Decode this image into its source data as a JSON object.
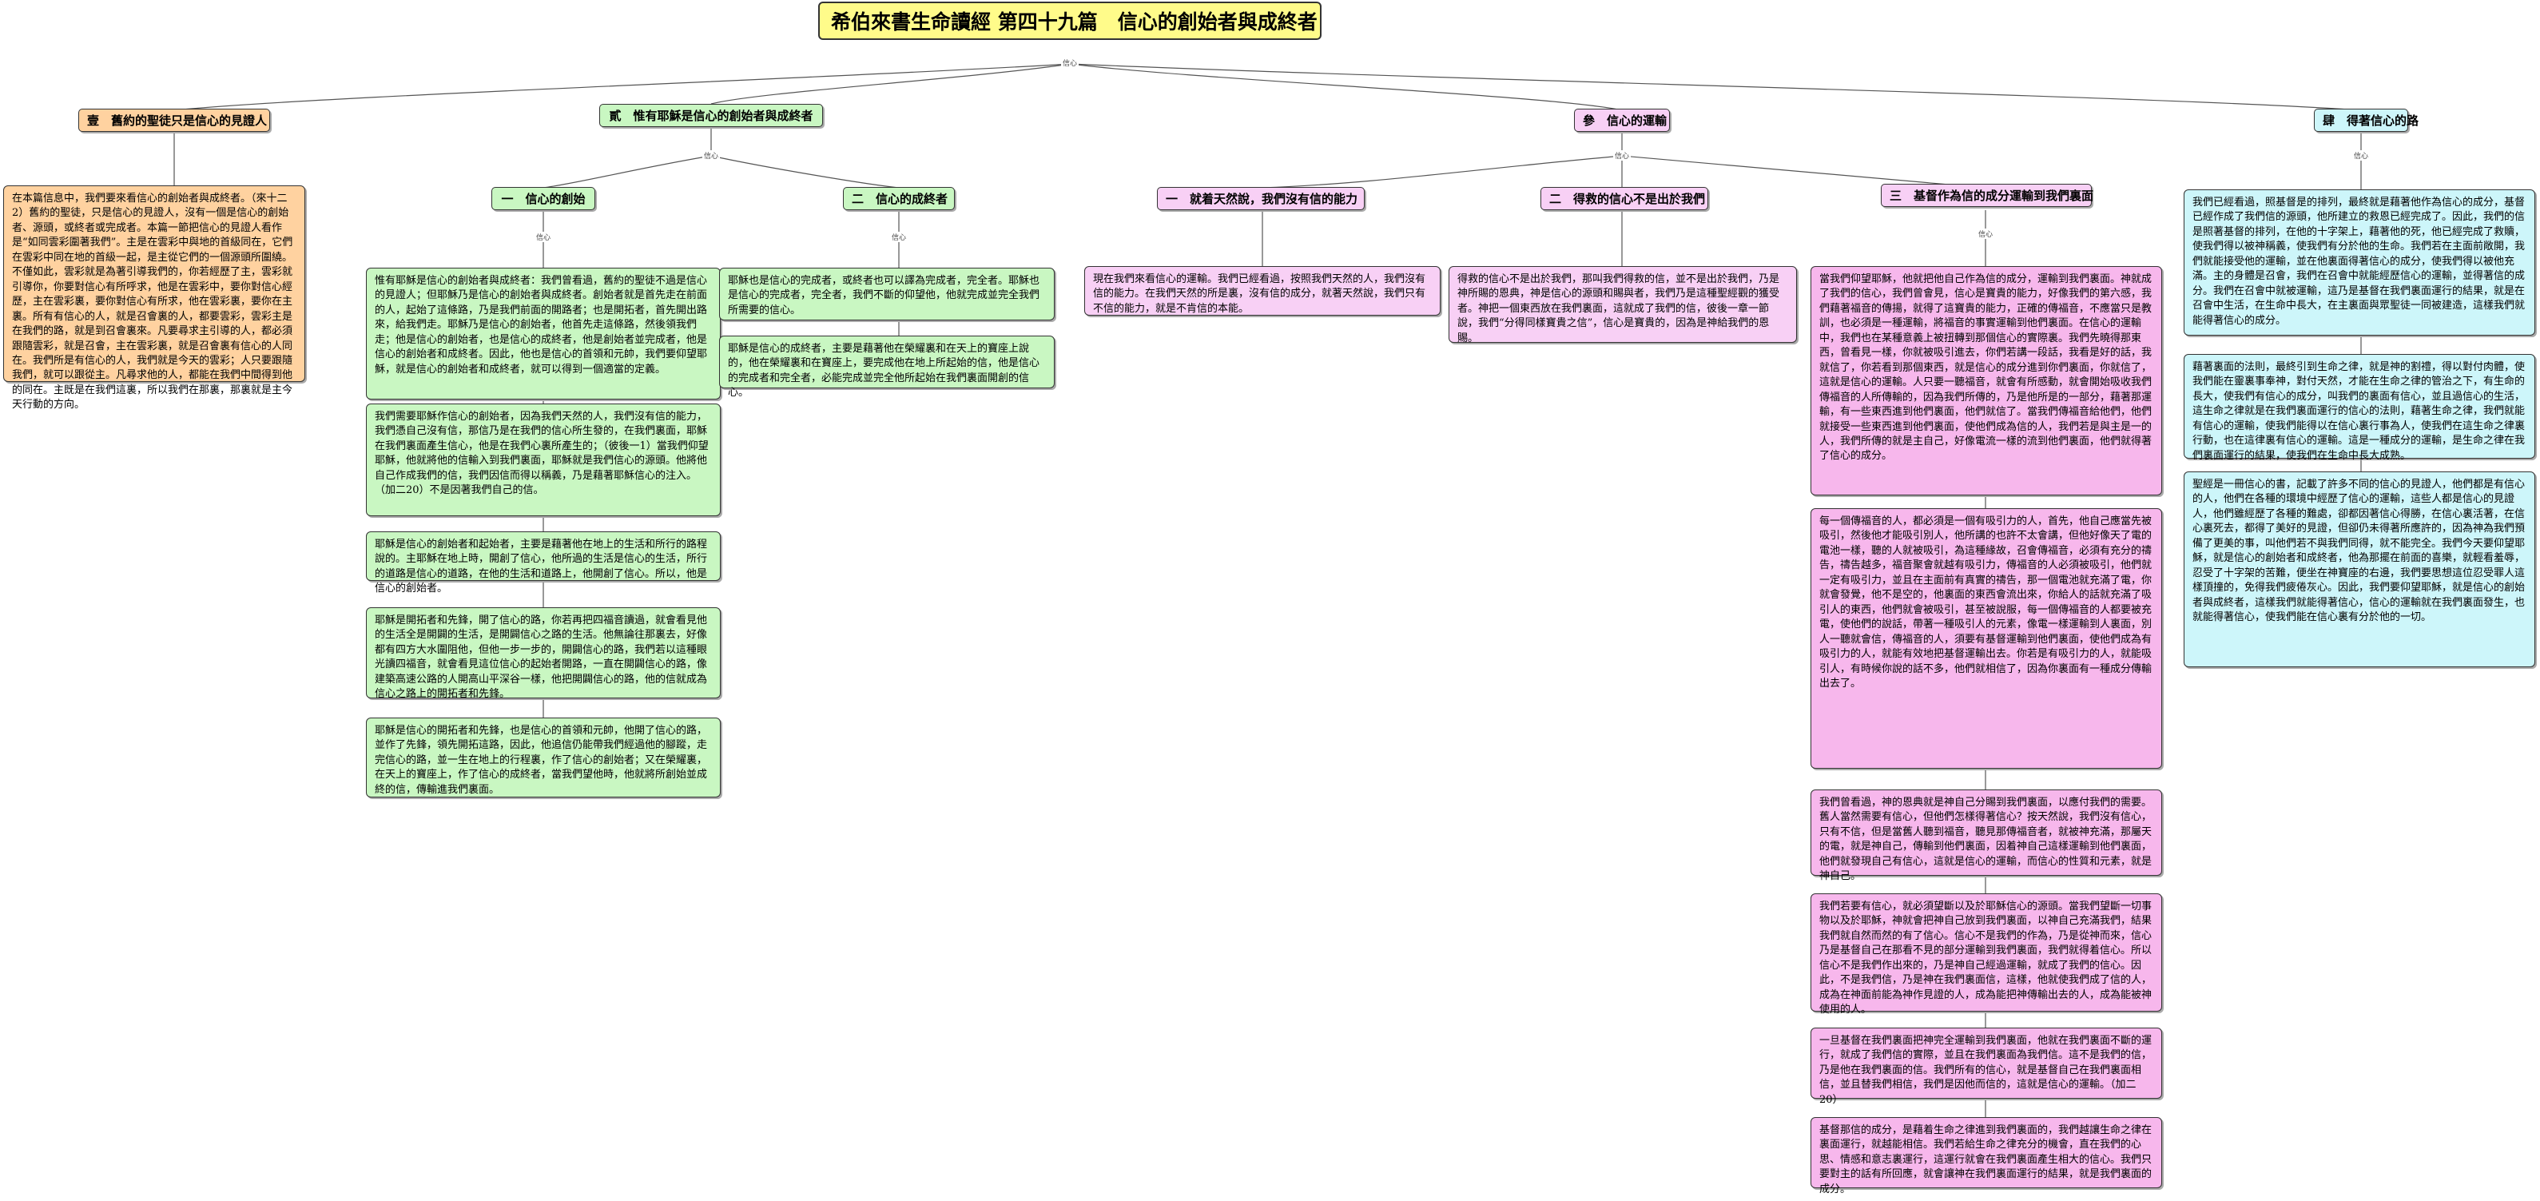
{
  "title": "希伯來書生命讀經 第四十九篇　信心的創始者與成終者",
  "junction_label": "信心",
  "branches": {
    "b1": {
      "label": "壹　舊約的聖徒只是信心的見證人",
      "nodes": [
        "在本篇信息中，我們要來看信心的創始者與成終者。（來十二2）舊約的聖徒，只是信心的見證人，沒有一個是信心的創始者、源頭，或終者或完成者。本篇一節把信心的見證人看作是“如同雲彩圍著我們”。主是在雲彩中與地的首級同在，它們在雲彩中同在地的首級一起，是主從它們的一個源頭所圍繞。不僅如此，雲彩就是為著引導我們的，你若經歷了主，雲彩就引導你，你要對信心有所呼求，他是在雲彩中，要你對信心經歷，主在雲彩裏，要你對信心有所求，他在雲彩裏，要你在主裏。所有有信心的人，就是召會裏的人，都要雲彩，雲彩主是在我們的路，就是到召會裏來。凡要尋求主引導的人，都必須跟隨雲彩，就是召會，主在雲彩裏，就是召會裏有信心的人同在。我們所是有信心的人，我們就是今天的雲彩；人只要跟隨我們，就可以跟從主。凡尋求他的人，都能在我們中間得到他的同在。主既是在我們這裏，所以我們在那裏，那裏就是主今天行動的方向。"
      ]
    },
    "b2": {
      "label": "貳　惟有耶穌是信心的創始者與成終者",
      "subs": [
        {
          "label": "一　信心的創始",
          "nodes": [
            "惟有耶穌是信心的創始者與成終者：我們曾看過，舊約的聖徒不過是信心的見證人；但耶穌乃是信心的創始者與成終者。創始者就是首先走在前面的人，起始了這條路，乃是我們前面的開路者；也是開拓者，首先開出路來，給我們走。耶穌乃是信心的創始者，他首先走這條路，然後領我們走；他是信心的創始者，也是信心的成終者，他是創始者並完成者，他是信心的創始者和成終者。因此，他也是信心的首領和元帥，我們要仰望耶穌，就是信心的創始者和成終者，就可以得到一個適當的定義。",
            "我們需要耶穌作信心的創始者，因為我們天然的人，我們沒有信的能力，我們憑自己沒有信，那信乃是在我們的信心所生發的，在我們裏面，耶穌在我們裏面產生信心，他是在我們心裏所產生的；（彼後一1）當我們仰望耶穌，他就將他的信輸入到我們裏面，耶穌就是我們信心的源頭。他將他自己作成我們的信，我們因信而得以稱義，乃是藉著耶穌信心的注入。（加二20）不是因著我們自己的信。",
            "耶穌是信心的創始者和起始者，主要是藉著他在地上的生活和所行的路程說的。主耶穌在地上時，開創了信心，他所過的生活是信心的生活，所行的道路是信心的道路，在他的生活和道路上，他開創了信心。所以，他是信心的創始者。",
            "耶穌是開拓者和先鋒，開了信心的路，你若再把四福音讀過，就會看見他的生活全是開闢的生活，是開闢信心之路的生活。他無論往那裏去，好像都有四方大水圍阻他，但他一步一步的，開闢信心的路，我們若以這種眼光讀四福音，就會看見這位信心的起始者開路，一直在開闢信心的路，像建築高速公路的人開高山平深谷一樣，他把開闢信心的路，他的信就成為信心之路上的開拓者和先鋒。",
            "耶穌是信心的開拓者和先鋒，也是信心的首領和元帥，他開了信心的路，並作了先鋒，領先開拓這路，因此，他追信仍能帶我們經過他的腳蹤，走完信心的路，並一生在地上的行程裏，作了信心的創始者；又在榮耀裏，在天上的寶座上，作了信心的成終者，當我們望他時，他就將所創始並成終的信，傳輸進我們裏面。"
          ]
        },
        {
          "label": "二　信心的成終者",
          "nodes": [
            "耶穌也是信心的完成者，或終者也可以譯為完成者，完全者。耶穌也是信心的完成者，完全者，我們不斷的仰望他，他就完成並完全我們所需要的信心。",
            "耶穌是信心的成終者，主要是藉著他在榮耀裏和在天上的寶座上說的，他在榮耀裏和在寶座上，要完成他在地上所起始的信，他是信心的完成者和完全者，必能完成並完全他所起始在我們裏面開創的信心。"
          ]
        }
      ]
    },
    "b3": {
      "label": "參　信心的運輸",
      "subs": [
        {
          "label": "一　就着天然說，我們沒有信的能力",
          "nodes": [
            "現在我們來看信心的運輸。我們已經看過，按照我們天然的人，我們沒有信的能力。在我們天然的所是裏，沒有信的成分，就著天然說，我們只有不信的能力，就是不肯信的本能。"
          ]
        },
        {
          "label": "二　得救的信心不是出於我們",
          "nodes": [
            "得救的信心不是出於我們，那叫我們得救的信，並不是出於我們，乃是神所賜的恩典，神是信心的源頭和賜與者，我們乃是這種聖經觀的獲受者。神把一個東西放在我們裏面，這就成了我們的信，彼後一章一節說，我們“分得同樣寶貴之信”，信心是寶貴的，因為是神給我們的恩賜。"
          ]
        },
        {
          "label": "三　基督作為信的成分運輸到我們裏面",
          "nodes": [
            "當我們仰望耶穌，他就把他自己作為信的成分，運輸到我們裏面。神就成了我們的信心，我們曾會見，信心是寶貴的能力，好像我們的第六感，我們藉著福音的傳揚，就得了這寶貴的能力，正確的傳福音，不應當只是教訓，也必須是一種運輸，將福音的事實運輸到他們裏面。在信心的運輸中，我們也在某種意義上被扭轉到那個信心的實際裏。我們先曉得那東西，曾看見一樣，你就被吸引進去，你們若講一段話，我看是好的話，我就信了，你若看到那個東西，就是信心的成分進到你們裏面，你就信了，這就是信心的運輸。人只要一聽福音，就會有所感動，就會開始吸收我們傳福音的人所傳輸的，因為我們所傳的，乃是他所是的一部分，藉著那運輸，有一些東西進到他們裏面，他們就信了。當我們傳福音給他們，他們就接受一些東西進到他們裏面，使他們成為信的人，我們若是與主是一的人，我們所傳的就是主自己，好像電流一樣的流到他們裏面，他們就得著了信心的成分。",
            "每一個傳福音的人，都必須是一個有吸引力的人，首先，他自己應當先被吸引，然後他才能吸引別人，他所講的也許不太會講，但他好像天了電的電池一樣，聽的人就被吸引，為這種緣故，召會傳福音，必須有充分的禱告，禱告越多，福音聚會就越有吸引力，傳福音的人必須被吸引，他們就一定有吸引力，並且在主面前有真實的禱告，那一個電池就充滿了電，你就會發覺，他不是空的，他裏面的東西會流出來，你給人的話就充滿了吸引人的東西，他們就會被吸引，甚至被說服，每一個傳福音的人都要被充電，使他們的說話，帶著一種吸引人的元素，像電一樣運輸到人裏面，別人一聽就會信，傳福音的人，須要有基督運輸到他們裏面，使他們成為有吸引力的人，就能有效地把基督運輸出去。你若是有吸引力的人，就能吸引人，有時候你說的話不多，他們就相信了，因為你裏面有一種成分傳輸出去了。",
            "我們曾看過，神的恩典就是神自己分賜到我們裏面，以應付我們的需要。舊人當然需要有信心，但他們怎樣得著信心？按天然說，我們沒有信心，只有不信，但是當舊人聽到福音，聽見那傳福音者，就被神充滿，那屬天的電，就是神自己，傳輸到他們裏面，因着神自己這樣運輸到他們裏面，他們就發現自己有信心，這就是信心的運輸，而信心的性質和元素，就是神自己。",
            "我們若要有信心，就必須望斷以及於耶穌信心的源頭。當我們望斷一切事物以及於耶穌，神就會把神自己放到我們裏面，以神自己充滿我們，結果我們就自然而然的有了信心。信心不是我們的作為，乃是從神而來，信心乃是基督自己在那看不見的部分運輸到我們裏面，我們就得着信心。所以信心不是我們作出來的，乃是神自己經過運輸，就成了我們的信心。因此，不是我們信，乃是神在我們裏面信，這樣，他就使我們成了信的人，成為在神面前能為神作見證的人，成為能把神傳輸出去的人，成為能被神使用的人。",
            "一旦基督在我們裏面把神完全運輸到我們裏面，他就在我們裏面不斷的運行，就成了我們信的實際，並且在我們裏面為我們信。這不是我們的信，乃是他在我們裏面的信。我們所有的信心，就是基督自己在我們裏面相信，並且替我們相信，我們是因他而信的，這就是信心的運輸。（加二20）",
            "基督那信的成分，是藉着生命之律進到我們裏面的，我們越讓生命之律在裏面運行，就越能相信。我們若給生命之律充分的機會，直在我們的心思、情感和意志裏運行，這運行就會在我們裏面產生相大的信心。我們只要對主的話有所回應，就會讓神在我們裏面運行的結果，就是我們裏面的成分。"
          ]
        }
      ]
    },
    "b4": {
      "label": "肆　得著信心的路",
      "nodes": [
        "我們已經看過，照基督是的排列，最終就是藉著他作為信心的成分，基督已經作成了我們信的源頭，他所建立的救恩已經完成了。因此，我們的信是照著基督的排列，在他的十字架上，藉著他的死，他已經完成了救贖，使我們得以被神稱義，使我們有分於他的生命。我們若在主面前敞開，我們就能接受他的運輸，並在他裏面得著信心的成分，使我們得以被他充滿。主的身體是召會，我們在召會中就能經歷信心的運輸，並得著信的成分。我們在召會中就被運輸，這乃是基督在我們裏面運行的結果，就是在召會中生活，在生命中長大，在主裏面與眾聖徒一同被建造，這樣我們就能得著信心的成分。",
        "藉著裏面的法則，最終引到生命之律，就是神的割禮，得以對付肉體，使我們能在靈裏事奉神，對付天然，才能在生命之律的管治之下，有生命的長大，使我們有信心的成分，叫我們的裏面有信心，並且過信心的生活，這生命之律就是在我們裏面運行的信心的法則，藉著生命之律，我們就能有信心的運輸，使我們能得以在信心裏行事為人，使我們在這生命之律裏行動，也在這律裏有信心的運輸。這是一種成分的運輸，是生命之律在我們裏面運行的結果，使我們在生命中長大成熟。",
        "聖經是一冊信心的書，記載了許多不同的信心的見證人，他們都是有信心的人，他們在各種的環境中經歷了信心的運輸，這些人都是信心的見證人，他們雖經歷了各種的難處，卻都因著信心得勝，在信心裏活著，在信心裏死去，都得了美好的見證，但卻仍未得著所應許的，因為神為我們預備了更美的事，叫他們若不與我們同得，就不能完全。我們今天要仰望耶穌，就是信心的創始者和成終者，他為那擺在前面的喜樂，就輕看羞辱，忍受了十字架的苦難，便坐在神寶座的右邊，我們要思想這位忍受罪人這樣頂撞的，免得我們疲倦灰心。因此，我們要仰望耶穌，就是信心的創始者與成終者，這樣我們就能得著信心，信心的運輸就在我們裏面發生，也就能得著信心，使我們能在信心裏有分於他的一切。"
      ]
    }
  }
}
